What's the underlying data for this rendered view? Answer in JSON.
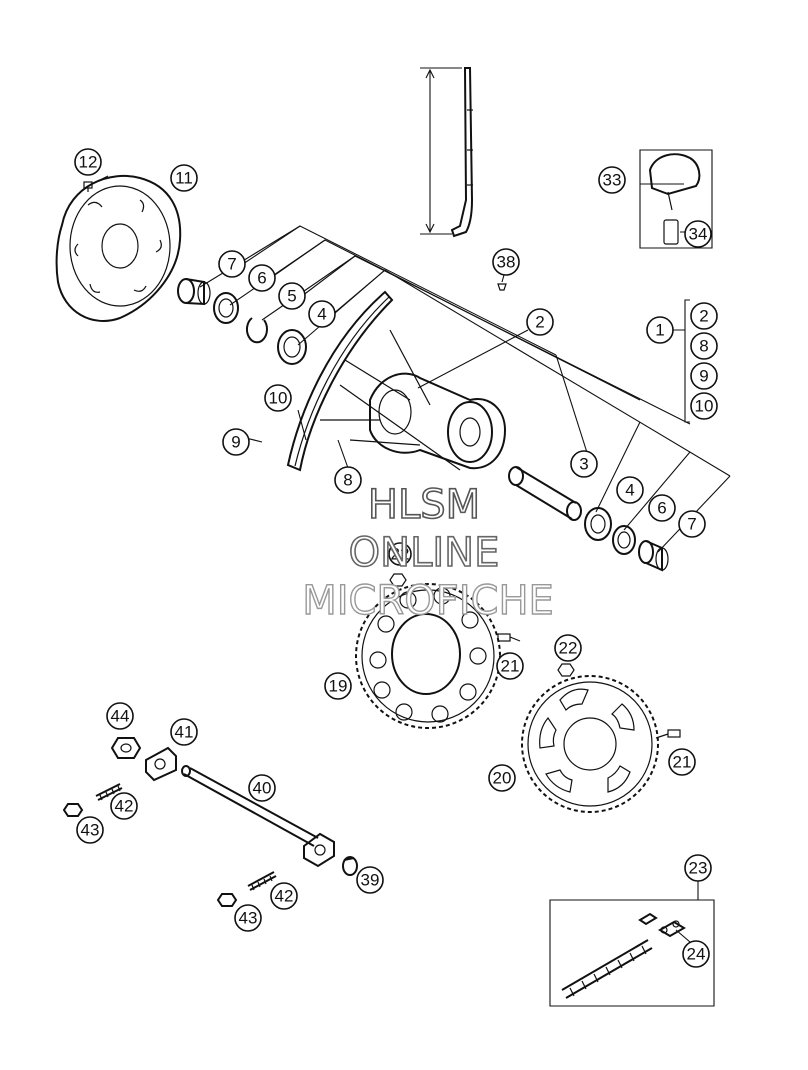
{
  "watermark": {
    "line1": "HLSM",
    "line2": "ONLINE",
    "line3": "MICROFICHE"
  },
  "callouts": [
    "12",
    "11",
    "7",
    "6",
    "5",
    "4",
    "38",
    "33",
    "34",
    "2",
    "1",
    "2",
    "8",
    "9",
    "10",
    "10",
    "9",
    "8",
    "3",
    "4",
    "6",
    "7",
    "22",
    "21",
    "19",
    "22",
    "44",
    "41",
    "40",
    "42",
    "43",
    "21",
    "20",
    "39",
    "42",
    "43",
    "23",
    "24"
  ],
  "colors": {
    "ink": "#111111",
    "watermark_fill": "#ffffff",
    "watermark_stroke": "#7a7a7a"
  }
}
